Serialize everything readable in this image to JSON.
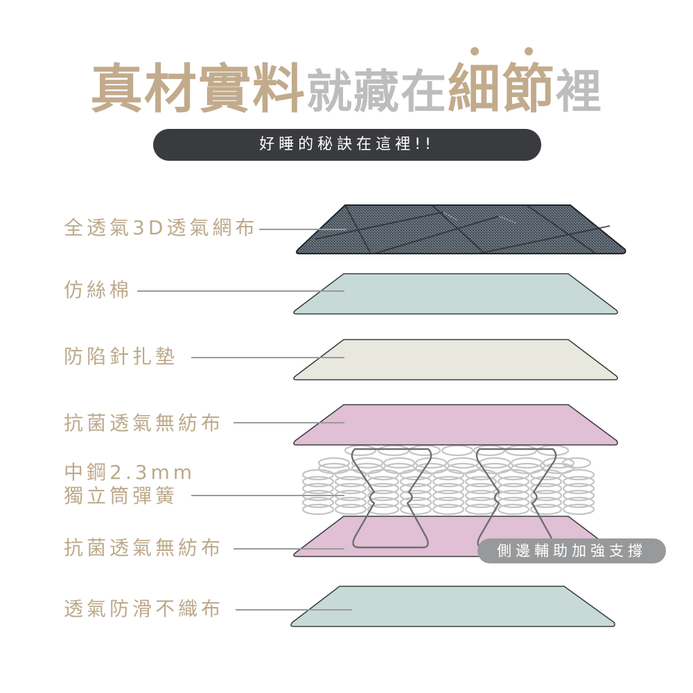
{
  "header": {
    "title_parts": [
      {
        "text": "真材實料",
        "tone": "gold"
      },
      {
        "text": " 就藏在",
        "tone": "gray"
      },
      {
        "text": "細",
        "tone": "gold",
        "dot": true
      },
      {
        "text": "節",
        "tone": "gold",
        "dot": true
      },
      {
        "text": "裡",
        "tone": "gray"
      }
    ],
    "subtitle": "好睡的秘訣在這裡!!"
  },
  "layers": [
    {
      "label": "全透氣3D透氣網布",
      "material": "3d-mesh-fabric",
      "color": "#4e5459"
    },
    {
      "label": "仿絲棉",
      "material": "faux-silk-cotton",
      "color": "#c8dad7"
    },
    {
      "label": "防陷針扎墊",
      "material": "anti-sag-needle-pad",
      "color": "#e9e8df"
    },
    {
      "label": "抗菌透氣無紡布",
      "material": "antibacterial-nonwoven-top",
      "color": "#e1bfd5"
    },
    {
      "label_line1": "中鋼2.3mm",
      "label_line2": "獨立筒彈簧",
      "material": "pocket-springs",
      "color": "#c9c9c9"
    },
    {
      "label": "抗菌透氣無紡布",
      "material": "antibacterial-nonwoven-bottom",
      "color": "#e1bfd5"
    },
    {
      "label": "透氣防滑不織布",
      "material": "anti-slip-nonwoven",
      "color": "#c8dad7"
    }
  ],
  "callout": {
    "text": "側邊輔助加強支撐"
  },
  "colors": {
    "gold": "#c2ab8c",
    "gray_title": "#bdbdbd",
    "pill_bg": "#3a3b3f",
    "leader_line": "#9a9a9a",
    "badge_bg": "#98999b"
  }
}
